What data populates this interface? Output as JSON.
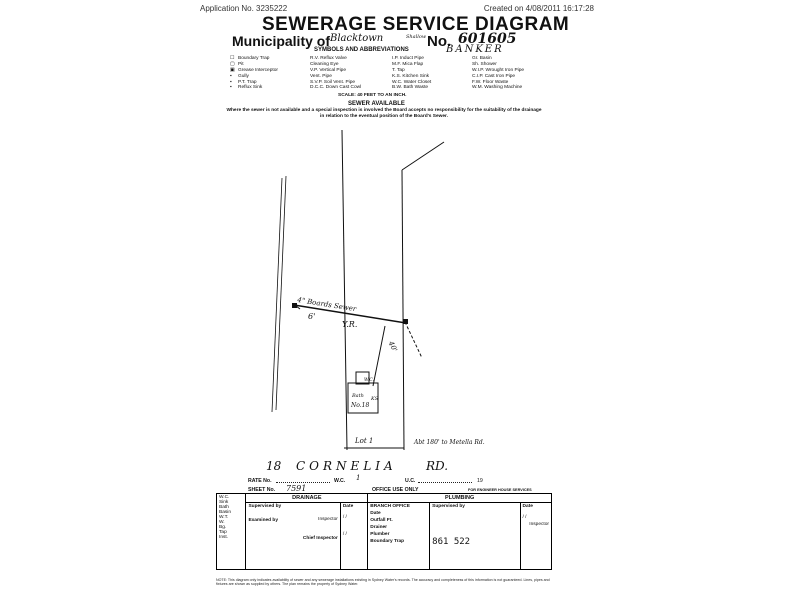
{
  "header": {
    "application": "Application No. 3235222",
    "created": "Created on 4/08/2011 16:17:28"
  },
  "title": "SEWERAGE SERVICE DIAGRAM",
  "municipality": {
    "label": "Municipality of",
    "value": "Blacktown",
    "small_note": "Shallow",
    "no_label": "No.",
    "no_value": "601605",
    "name": "BANKER"
  },
  "symbols_title": "SYMBOLS AND ABBREVIATIONS",
  "legend": {
    "col1": [
      "Boundary Trap",
      "Pit",
      "Grease Interceptor",
      "Gully",
      "P.T. Trap",
      "Reflux Sink"
    ],
    "col2": [
      "R.V.  Reflux Valve",
      "Cleaning Eye",
      "V.P.  Vertical Pipe",
      "Vent. Pipe",
      "S.V.P.  Soil Vent. Pipe",
      "D.C.C.  Down Cast Cowl"
    ],
    "col3": [
      "I.P.  Induct Pipe",
      "M.F.  Mica Flap",
      "T.  Tap",
      "K.S.  Kitchen Sink",
      "W.C.  Water Closet",
      "B.W.  Bath Waste"
    ],
    "col4": [
      "Gr.  Basin",
      "Sh.  Shower",
      "W.I.P.  Wrought Iron Pipe",
      "C.I.P.  Cast Iron Pipe",
      "F.W.  Floor Waste",
      "W.M.  Washing Machine"
    ],
    "scale": "SCALE: 40 FEET TO AN INCH."
  },
  "sewer_available": "SEWER AVAILABLE",
  "notice": "Where the sewer is not available and a special inspection is involved the Board accepts no responsibility for the suitability of the drainage in relation to the eventual position of the Board's Sewer.",
  "plan": {
    "sewer_label": "4\" Boards Sewer",
    "offset_label": "6'",
    "yard_label": "Y.R.",
    "pipe_label": "40'",
    "house_labels": [
      "Bath",
      "W.C.",
      "No.18",
      "KS"
    ],
    "lot_label": "Lot 1",
    "road_note": "Abt 180' to Metella Rd."
  },
  "street": {
    "number": "18",
    "name": "CORNELIA",
    "suffix": "RD."
  },
  "rate": {
    "rate_no": "RATE No.",
    "wc_label": "W.C.",
    "wc_value": "1",
    "uc_label": "U.C.",
    "year_suffix": "19"
  },
  "sheet": {
    "label": "SHEET No.",
    "value": "7591"
  },
  "office_use": "OFFICE USE ONLY",
  "engineer_note": "FOR ENGINEER HOUSE SERVICES",
  "table": {
    "drainage": "DRAINAGE",
    "plumbing": "PLUMBING",
    "row_labels": [
      "W.C.",
      "Sink",
      "Bath",
      "Basin",
      "W.T.",
      "W.",
      "Bg.",
      "Tap",
      "Inst."
    ],
    "supervised_by": "Supervised by",
    "examined_by": "Examined by",
    "inspector": "Inspector",
    "chief_inspector": "Chief Inspector",
    "date": "Date",
    "branch_office": "BRANCH OFFICE",
    "branch_rows": [
      "Date",
      "Outfall",
      "Drainer",
      "Plumber",
      "Boundary Trap"
    ],
    "outfall_ft": "Ft.",
    "stamp_number": "861 522"
  },
  "footer": "NOTE: This diagram only indicates availability of sewer and any sewerage installations existing in Sydney Water's records. The accuracy and completeness of this information is not guaranteed. Lines, pipes and fixtures are shown as supplied by others. The plan remains the property of Sydney Water."
}
